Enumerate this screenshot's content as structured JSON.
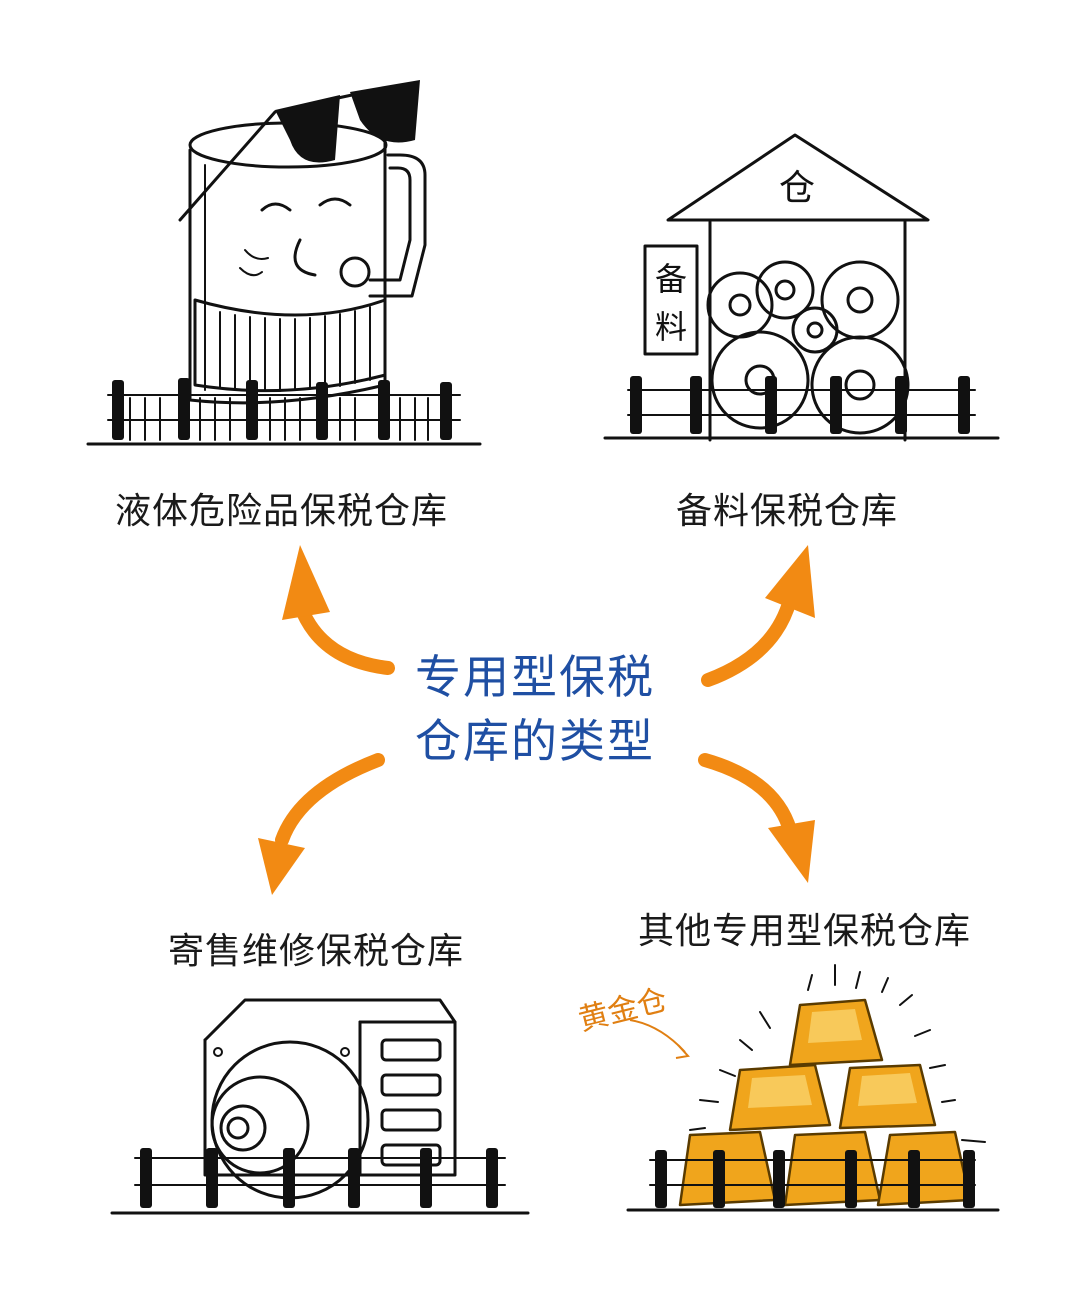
{
  "center_title": {
    "line1": "专用型保税",
    "line2": "仓库的类型"
  },
  "types": [
    {
      "label": "液体危险品保税仓库",
      "icon": "liquid-tank-icon"
    },
    {
      "label": "备料保税仓库",
      "icon": "material-warehouse-icon",
      "sign_roof": "仓",
      "sign_side_1": "备",
      "sign_side_2": "料"
    },
    {
      "label": "寄售维修保税仓库",
      "icon": "repair-machine-icon"
    },
    {
      "label": "其他专用型保税仓库",
      "icon": "gold-bars-icon",
      "annotation": "黄金仓"
    }
  ],
  "colors": {
    "title": "#1f4fa3",
    "arrow": "#f28a13",
    "gold": "#f0a51c",
    "ink": "#111111"
  }
}
